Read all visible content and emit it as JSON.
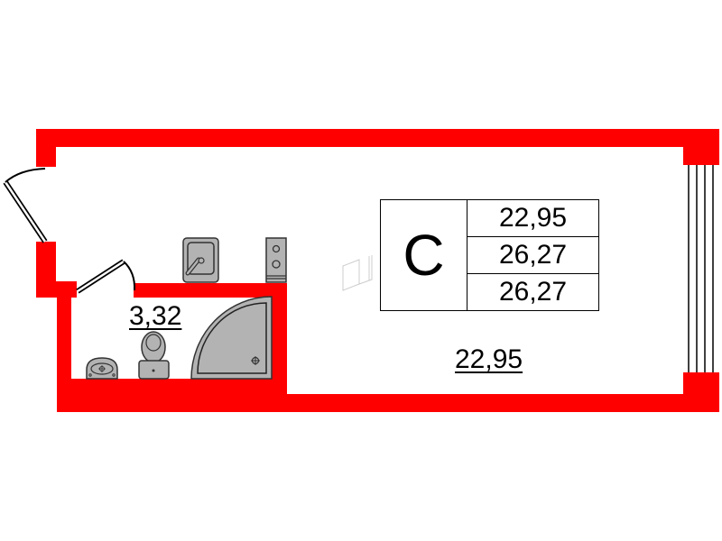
{
  "plan": {
    "apartment_type": "C",
    "areas": {
      "living_area": "22,95",
      "total_area": "26,27",
      "total_area_with_balcony": "26,27"
    },
    "rooms": [
      {
        "name": "main-room",
        "area": "22,95"
      },
      {
        "name": "bathroom",
        "area": "3,32"
      }
    ],
    "fixtures": [
      "kitchen-sink",
      "stove",
      "toilet",
      "washbasin",
      "corner-shower",
      "entrance-door",
      "bathroom-door",
      "window",
      "wardrobe"
    ]
  },
  "colors": {
    "wall": "#ff0000",
    "fixture_fill": "#b3b3b3",
    "fixture_stroke": "#333333",
    "text": "#000000",
    "background": "#ffffff"
  }
}
